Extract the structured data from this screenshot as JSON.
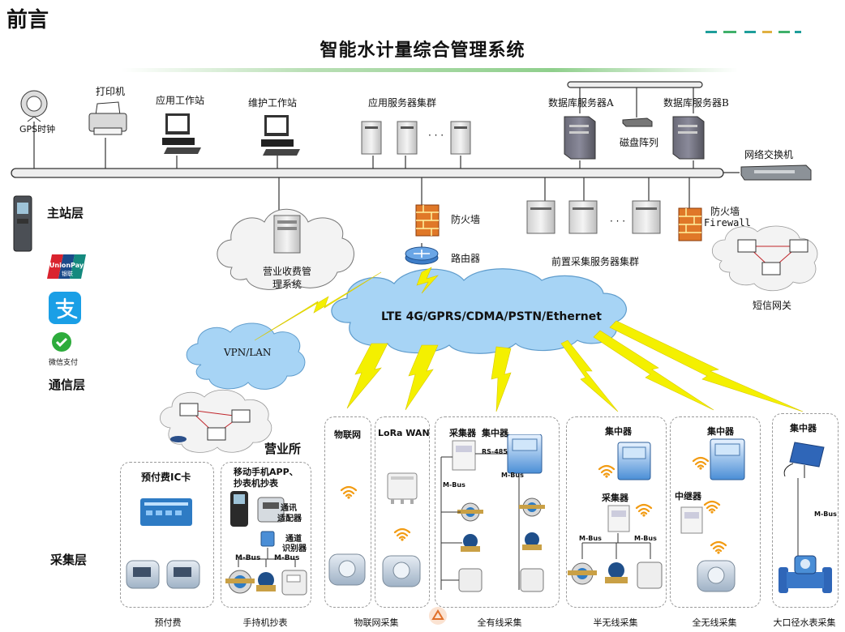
{
  "slide_title": "前言",
  "main_title": "智能水计量综合管理系统",
  "colors": {
    "accent_green": "#6fbf73",
    "backbone": "#e8e8e8",
    "cloud_blue": "#9fd0f5",
    "lightning": "#f4f000",
    "firewall": "#e07828"
  },
  "layers": {
    "master": "主站层",
    "comm": "通信层",
    "collect": "采集层"
  },
  "top_devices": {
    "gps": "GPS时钟",
    "printer": "打印机",
    "app_ws": "应用工作站",
    "maint_ws": "维护工作站",
    "app_cluster": "应用服务器集群",
    "db_a": "数据库服务器A",
    "db_b": "数据库服务器B",
    "disk_array": "磁盘阵列",
    "switch": "网络交换机",
    "ellipsis": "· · ·"
  },
  "mid_devices": {
    "billing_line1": "营业收费管",
    "billing_line2": "理系统",
    "firewall_1": "防火墙",
    "router": "路由器",
    "front_cluster": "前置采集服务器集群",
    "firewall_2": "防火墙",
    "firewall_2_en": "Firewall",
    "sms_gateway": "短信网关",
    "ellipsis": "· · ·"
  },
  "payment_icons": [
    "unionpay-logo",
    "alipay-logo",
    "wechat-pay-logo"
  ],
  "payment_text": {
    "unionpay": "UnionPay",
    "unionpay_cn": "银联",
    "wechat": "微信支付"
  },
  "network": {
    "cloud_label": "LTE 4G/GPRS/CDMA/PSTN/Ethernet",
    "vpn_label": "VPN/LAN",
    "office": "营业所"
  },
  "panels": {
    "prepaid": {
      "title": "预付费IC卡",
      "caption": "预付费"
    },
    "handheld": {
      "title_line1": "移动手机APP、",
      "title_line2": "抄表机抄表",
      "adapter_line1": "通讯",
      "adapter_line2": "适配器",
      "channel_line1": "通道",
      "channel_line2": "识别器",
      "bus1": "M-Bus",
      "bus2": "M-Bus",
      "caption": "手持机抄表"
    },
    "iot": {
      "title": "物联网"
    },
    "lora": {
      "title": "LoRa WAN"
    },
    "iot_caption": "物联网采集",
    "wired": {
      "collector": "采集器",
      "concentrator": "集中器",
      "rs485": "RS-485",
      "mbus_left": "M-Bus",
      "mbus_right": "M-Bus",
      "caption": "全有线采集"
    },
    "semi": {
      "concentrator": "集中器",
      "collector": "采集器",
      "bus1": "M-Bus",
      "bus2": "M-Bus",
      "caption": "半无线采集"
    },
    "full": {
      "concentrator": "集中器",
      "repeater": "中继器",
      "caption": "全无线采集"
    },
    "large": {
      "concentrator": "集中器",
      "bus": "M-Bus",
      "caption": "大口径水表采集"
    }
  }
}
